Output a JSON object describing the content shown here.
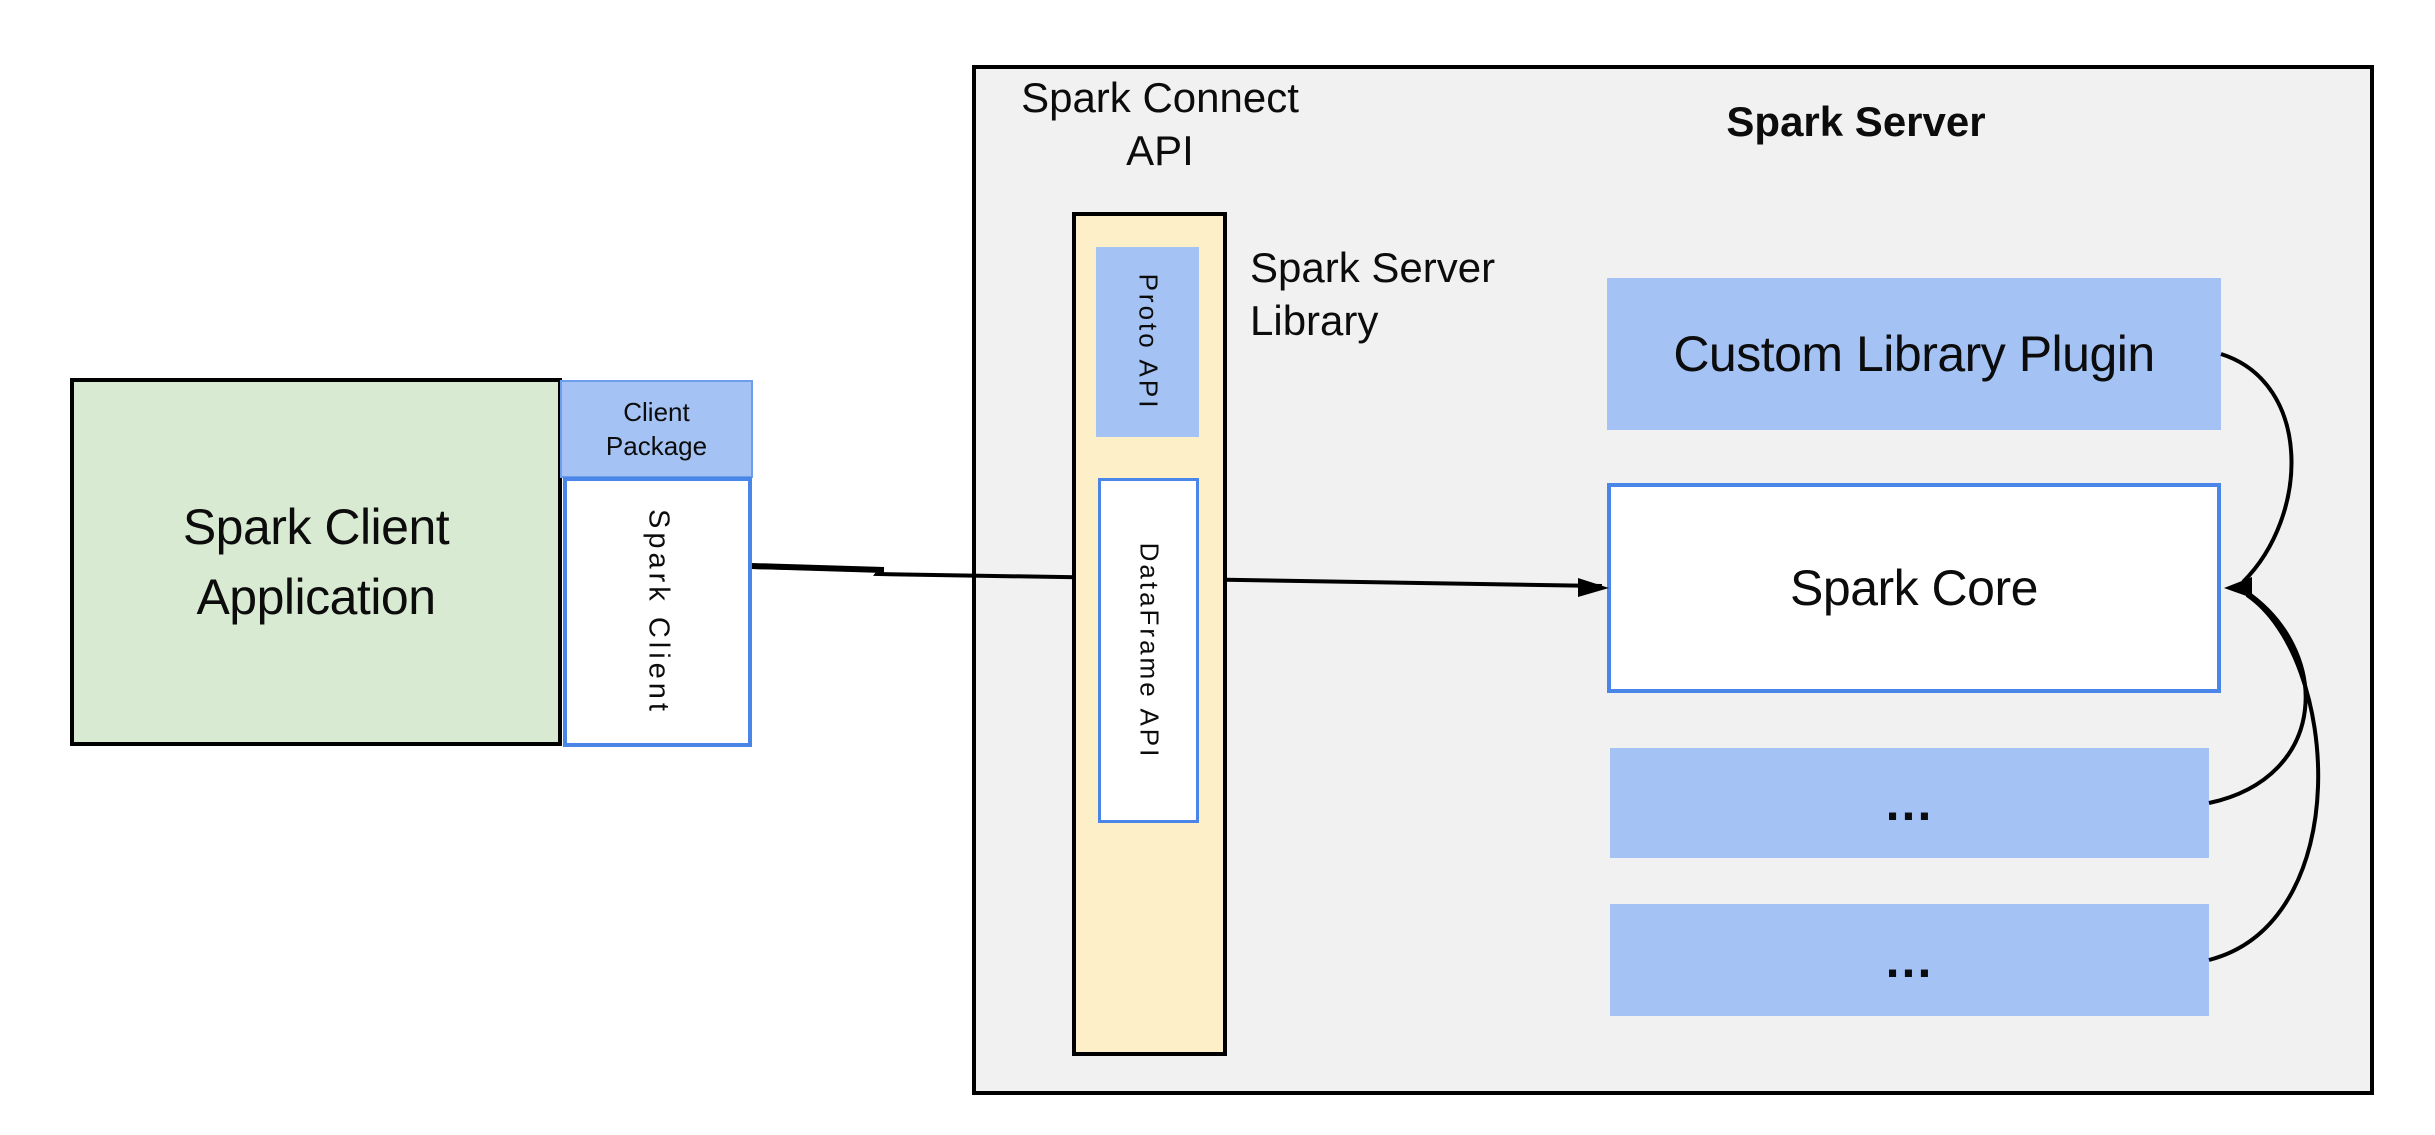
{
  "diagram": {
    "client_app": {
      "line1": "Spark Client",
      "line2": "Application"
    },
    "client_package": {
      "line1": "Client",
      "line2": "Package"
    },
    "spark_client_vertical": "Spark Client",
    "spark_connect_api": {
      "line1": "Spark Connect",
      "line2": "API"
    },
    "spark_server_title": "Spark Server",
    "spark_server_library_label": {
      "line1": "Spark Server",
      "line2": "Library"
    },
    "proto_api": "Proto API",
    "dataframe_api": "DataFrame API",
    "custom_library_plugin": "Custom Library Plugin",
    "spark_core": "Spark Core",
    "plugin_slot_1": "...",
    "plugin_slot_2": "..."
  },
  "colors": {
    "client_app_fill": "#d9ead3",
    "accent_blue_fill": "#a4c2f4",
    "library_fill": "#fdefc8",
    "server_fill": "#f1f1f2",
    "box_blue_border": "#4a86e8",
    "package_border": "#6d9eeb",
    "outline_black": "#000000"
  }
}
